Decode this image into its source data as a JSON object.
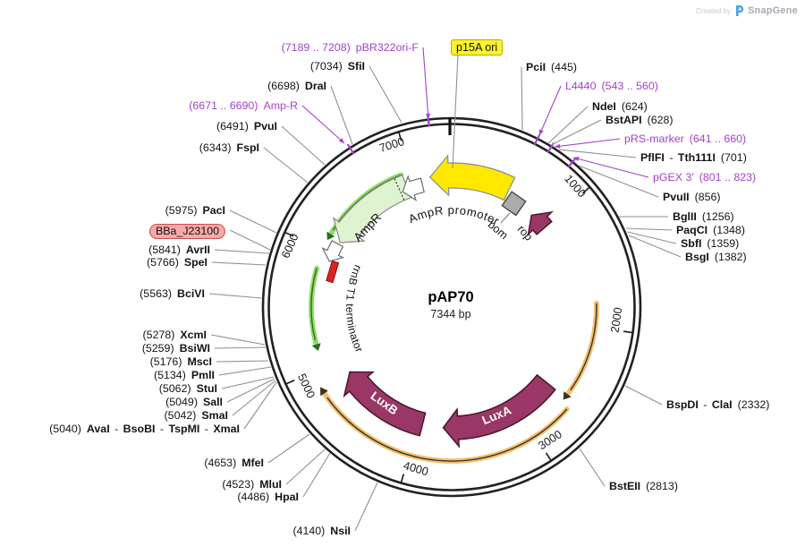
{
  "watermark": {
    "created_by": "Created by",
    "brand": "SnapGene"
  },
  "plasmid": {
    "name": "pAP70",
    "size_label": "7344 bp",
    "length_bp": 7344
  },
  "ticks": [
    "1000",
    "2000",
    "3000",
    "4000",
    "5000",
    "6000",
    "7000"
  ],
  "colors": {
    "ring": "#222222",
    "leader": "#909090",
    "primer": "#A442C8",
    "maroon": "#9A3766",
    "maroon_stroke": "#4A1A33",
    "yellow": "#FFE800",
    "pale_green": "#DFF3D0",
    "green_arc": "#8FDB64",
    "orange_arc": "#F0C070",
    "gray_feature": "#ABABAB",
    "red_terminator": "#DD2222",
    "highlight_yellow": "#FFF32B",
    "highlight_pink": "#F9A8A8"
  },
  "features": [
    {
      "name": "p15A ori",
      "shape": "block-arrow",
      "color": "#FFE800",
      "direction": "ccw",
      "label_style": "yellow-highlight"
    },
    {
      "name": "AmpR promoter",
      "shape": "block-arrow",
      "color": "#FFFFFF",
      "direction": "ccw"
    },
    {
      "name": "AmpR",
      "shape": "block-arrow",
      "color": "#DFF3D0",
      "direction": "ccw"
    },
    {
      "name": "bom",
      "shape": "diamond",
      "color": "#ABABAB"
    },
    {
      "name": "rop",
      "shape": "block-arrow",
      "color": "#9A3766",
      "direction": "ccw"
    },
    {
      "name": "LuxA",
      "shape": "block-arrow",
      "color": "#9A3766",
      "direction": "cw",
      "label_color": "#FFFFFF"
    },
    {
      "name": "LuxB",
      "shape": "block-arrow",
      "color": "#9A3766",
      "direction": "cw",
      "label_color": "#FFFFFF"
    },
    {
      "name": "rrnB T1 terminator",
      "shape": "terminator",
      "color": "#DD2222"
    }
  ],
  "sites_left": [
    {
      "pos": "(7189 .. 7208)",
      "name": "pBR322ori-F",
      "kind": "primer"
    },
    {
      "pos": "(7034)",
      "name": "SfiI",
      "kind": "enzyme"
    },
    {
      "pos": "(6698)",
      "name": "DraI",
      "kind": "enzyme"
    },
    {
      "pos": "(6671 .. 6690)",
      "name": "Amp-R",
      "kind": "primer"
    },
    {
      "pos": "(6491)",
      "name": "PvuI",
      "kind": "enzyme"
    },
    {
      "pos": "(6343)",
      "name": "FspI",
      "kind": "enzyme"
    },
    {
      "pos": "(5975)",
      "name": "PacI",
      "kind": "enzyme"
    },
    {
      "pos": "",
      "name": "BBa_J23100",
      "kind": "box"
    },
    {
      "pos": "(5841)",
      "name": "AvrII",
      "kind": "enzyme"
    },
    {
      "pos": "(5766)",
      "name": "SpeI",
      "kind": "enzyme"
    },
    {
      "pos": "(5563)",
      "name": "BciVI",
      "kind": "enzyme"
    },
    {
      "pos": "(5278)",
      "name": "XcmI",
      "kind": "enzyme"
    },
    {
      "pos": "(5259)",
      "name": "BsiWI",
      "kind": "enzyme"
    },
    {
      "pos": "(5176)",
      "name": "MscI",
      "kind": "enzyme"
    },
    {
      "pos": "(5134)",
      "name": "PmlI",
      "kind": "enzyme"
    },
    {
      "pos": "(5062)",
      "name": "StuI",
      "kind": "enzyme"
    },
    {
      "pos": "(5049)",
      "name": "SalI",
      "kind": "enzyme"
    },
    {
      "pos": "(5042)",
      "name": "SmaI",
      "kind": "enzyme"
    },
    {
      "pos": "(5040)",
      "name": "AvaI - BsoBI - TspMI - XmaI",
      "kind": "enzyme"
    },
    {
      "pos": "(4653)",
      "name": "MfeI",
      "kind": "enzyme"
    },
    {
      "pos": "(4523)",
      "name": "MluI",
      "kind": "enzyme"
    },
    {
      "pos": "(4486)",
      "name": "HpaI",
      "kind": "enzyme"
    },
    {
      "pos": "(4140)",
      "name": "NsiI",
      "kind": "enzyme"
    }
  ],
  "sites_right": [
    {
      "name": "PciI",
      "pos": "(445)",
      "kind": "enzyme"
    },
    {
      "name": "L4440",
      "pos": "(543 .. 560)",
      "kind": "primer"
    },
    {
      "name": "NdeI",
      "pos": "(624)",
      "kind": "enzyme"
    },
    {
      "name": "BstAPI",
      "pos": "(628)",
      "kind": "enzyme"
    },
    {
      "name": "pRS-marker",
      "pos": "(641 .. 660)",
      "kind": "primer"
    },
    {
      "name": "PflFI - Tth111I",
      "pos": "(701)",
      "kind": "enzyme"
    },
    {
      "name": "pGEX 3'",
      "pos": "(801 .. 823)",
      "kind": "primer"
    },
    {
      "name": "PvuII",
      "pos": "(856)",
      "kind": "enzyme"
    },
    {
      "name": "BglII",
      "pos": "(1256)",
      "kind": "enzyme"
    },
    {
      "name": "PaqCI",
      "pos": "(1348)",
      "kind": "enzyme"
    },
    {
      "name": "SbfI",
      "pos": "(1359)",
      "kind": "enzyme"
    },
    {
      "name": "BsgI",
      "pos": "(1382)",
      "kind": "enzyme"
    },
    {
      "name": "BspDI - ClaI",
      "pos": "(2332)",
      "kind": "enzyme"
    },
    {
      "name": "BstEII",
      "pos": "(2813)",
      "kind": "enzyme"
    }
  ]
}
